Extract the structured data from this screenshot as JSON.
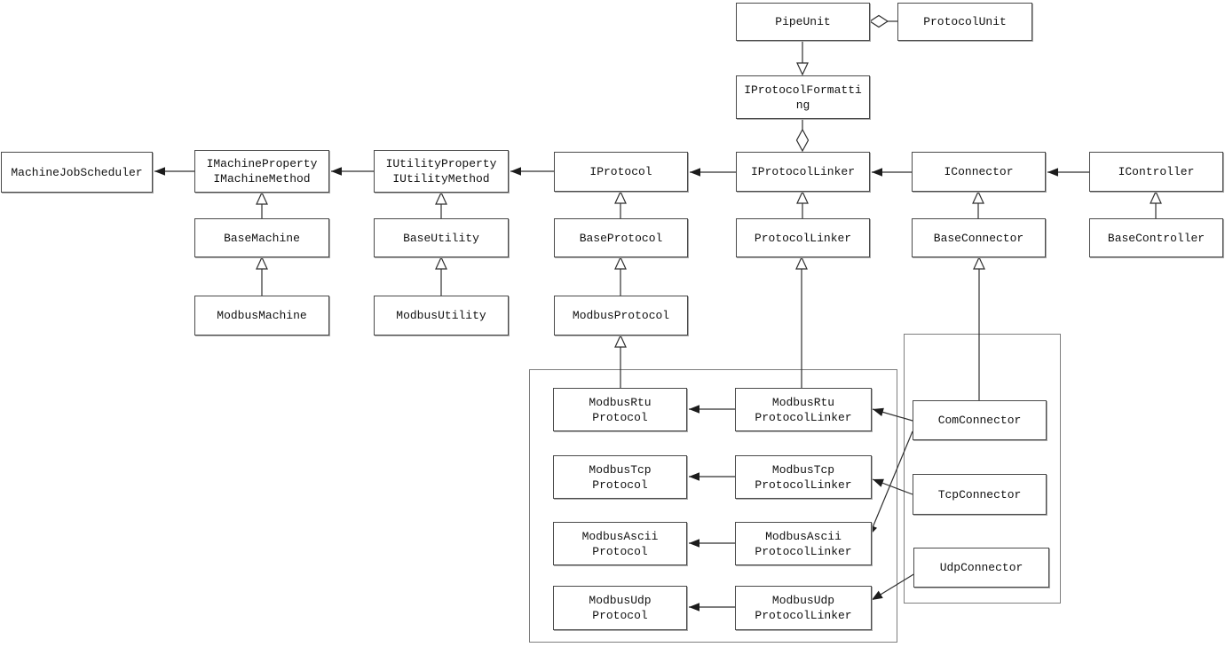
{
  "diagram_type": "uml-class-diagram",
  "colors": {
    "background": "#ffffff",
    "line": "#2e2e2e",
    "box_border": "#4a4a4a",
    "group_border": "#7e7e7e",
    "text": "#111111"
  },
  "nodes": {
    "pipe_unit": {
      "label": "PipeUnit"
    },
    "protocol_unit": {
      "label": "ProtocolUnit"
    },
    "iprotocol_formatting": {
      "label": "IProtocolFormatting"
    },
    "machine_job_scheduler": {
      "label": "MachineJobScheduler"
    },
    "imachine": {
      "label": "IMachineProperty\nIMachineMethod"
    },
    "iutility": {
      "label": "IUtilityProperty\nIUtilityMethod"
    },
    "iprotocol": {
      "label": "IProtocol"
    },
    "iprotocol_linker": {
      "label": "IProtocolLinker"
    },
    "iconnector": {
      "label": "IConnector"
    },
    "icontroller": {
      "label": "IController"
    },
    "base_machine": {
      "label": "BaseMachine"
    },
    "base_utility": {
      "label": "BaseUtility"
    },
    "base_protocol": {
      "label": "BaseProtocol"
    },
    "protocol_linker": {
      "label": "ProtocolLinker"
    },
    "base_connector": {
      "label": "BaseConnector"
    },
    "base_controller": {
      "label": "BaseController"
    },
    "modbus_machine": {
      "label": "ModbusMachine"
    },
    "modbus_utility": {
      "label": "ModbusUtility"
    },
    "modbus_protocol": {
      "label": "ModbusProtocol"
    },
    "modbus_rtu_protocol": {
      "label": "ModbusRtu\nProtocol"
    },
    "modbus_tcp_protocol": {
      "label": "ModbusTcp\nProtocol"
    },
    "modbus_ascii_protocol": {
      "label": "ModbusAscii\nProtocol"
    },
    "modbus_udp_protocol": {
      "label": "ModbusUdp\nProtocol"
    },
    "modbus_rtu_protocol_linker": {
      "label": "ModbusRtu\nProtocolLinker"
    },
    "modbus_tcp_protocol_linker": {
      "label": "ModbusTcp\nProtocolLinker"
    },
    "modbus_ascii_protocol_linker": {
      "label": "ModbusAscii\nProtocolLinker"
    },
    "modbus_udp_protocol_linker": {
      "label": "ModbusUdp\nProtocolLinker"
    },
    "com_connector": {
      "label": "ComConnector"
    },
    "tcp_connector": {
      "label": "TcpConnector"
    },
    "udp_connector": {
      "label": "UdpConnector"
    }
  },
  "edges": [
    {
      "from": "ProtocolUnit",
      "to": "PipeUnit",
      "type": "aggregation"
    },
    {
      "from": "PipeUnit",
      "to": "IProtocolFormatting",
      "type": "realization"
    },
    {
      "from": "IProtocolLinker",
      "to": "IProtocolFormatting",
      "type": "aggregation"
    },
    {
      "from": "IMachineProperty/IMachineMethod",
      "to": "MachineJobScheduler",
      "type": "association"
    },
    {
      "from": "IUtilityProperty/IUtilityMethod",
      "to": "IMachineProperty/IMachineMethod",
      "type": "association"
    },
    {
      "from": "IProtocol",
      "to": "IUtilityProperty/IUtilityMethod",
      "type": "association"
    },
    {
      "from": "IProtocolLinker",
      "to": "IProtocol",
      "type": "association"
    },
    {
      "from": "IConnector",
      "to": "IProtocolLinker",
      "type": "association"
    },
    {
      "from": "IController",
      "to": "IConnector",
      "type": "association"
    },
    {
      "from": "BaseMachine",
      "to": "IMachineProperty/IMachineMethod",
      "type": "generalization"
    },
    {
      "from": "ModbusMachine",
      "to": "BaseMachine",
      "type": "generalization"
    },
    {
      "from": "BaseUtility",
      "to": "IUtilityProperty/IUtilityMethod",
      "type": "generalization"
    },
    {
      "from": "ModbusUtility",
      "to": "BaseUtility",
      "type": "generalization"
    },
    {
      "from": "BaseProtocol",
      "to": "IProtocol",
      "type": "generalization"
    },
    {
      "from": "ModbusProtocol",
      "to": "BaseProtocol",
      "type": "generalization"
    },
    {
      "from": "ModbusRtuProtocol",
      "to": "ModbusProtocol",
      "type": "generalization"
    },
    {
      "from": "ProtocolLinker",
      "to": "IProtocolLinker",
      "type": "generalization"
    },
    {
      "from": "ModbusRtuProtocolLinker",
      "to": "ProtocolLinker",
      "type": "generalization"
    },
    {
      "from": "BaseConnector",
      "to": "IConnector",
      "type": "generalization"
    },
    {
      "from": "ComConnector",
      "to": "BaseConnector",
      "type": "generalization"
    },
    {
      "from": "BaseController",
      "to": "IController",
      "type": "generalization"
    },
    {
      "from": "ModbusRtuProtocolLinker",
      "to": "ModbusRtuProtocol",
      "type": "association"
    },
    {
      "from": "ModbusTcpProtocolLinker",
      "to": "ModbusTcpProtocol",
      "type": "association"
    },
    {
      "from": "ModbusAsciiProtocolLinker",
      "to": "ModbusAsciiProtocol",
      "type": "association"
    },
    {
      "from": "ModbusUdpProtocolLinker",
      "to": "ModbusUdpProtocol",
      "type": "association"
    },
    {
      "from": "ComConnector",
      "to": "ModbusRtuProtocolLinker",
      "type": "association"
    },
    {
      "from": "ComConnector",
      "to": "ModbusAsciiProtocolLinker",
      "type": "association"
    },
    {
      "from": "TcpConnector",
      "to": "ModbusTcpProtocolLinker",
      "type": "association"
    },
    {
      "from": "UdpConnector",
      "to": "ModbusUdpProtocolLinker",
      "type": "association"
    }
  ]
}
